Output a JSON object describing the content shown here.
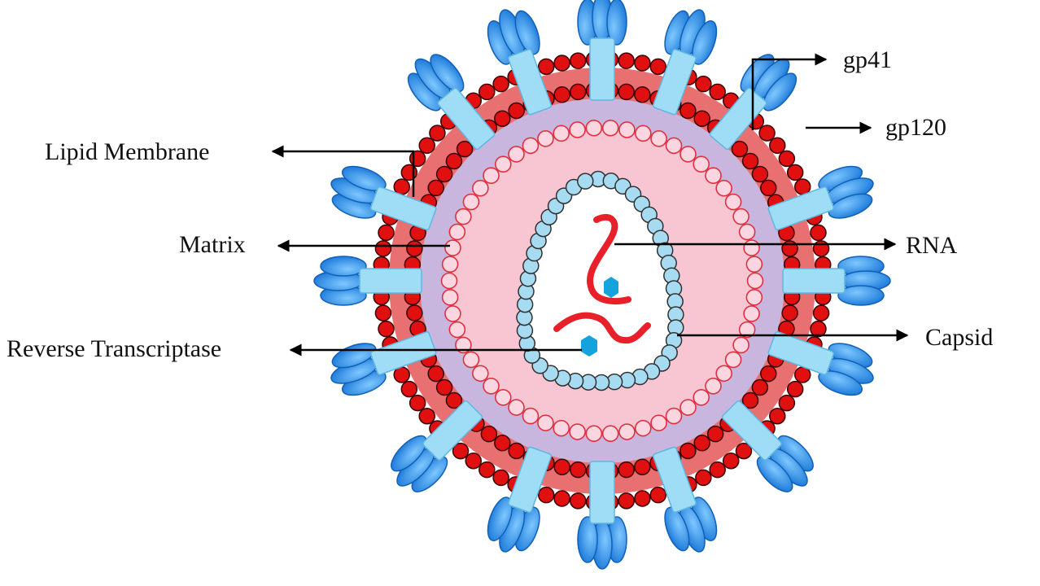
{
  "labels": {
    "gp41": "gp41",
    "gp120": "gp120",
    "lipid_membrane": "Lipid Membrane",
    "matrix": "Matrix",
    "rna": "RNA",
    "reverse_transcriptase": "Reverse Transcriptase",
    "capsid": "Capsid"
  },
  "colors": {
    "outer_bead": "#e01010",
    "bead_stroke": "#3a0000",
    "membrane_band": "#e87070",
    "matrix_band": "#c9b6df",
    "inner_pink": "#f7c6d2",
    "inner_bead_stroke": "#e03040",
    "capsid_bead": "#a7dbf2",
    "capsid_stroke": "#303030",
    "rna": "#e8202a",
    "enzyme": "#14a3dc",
    "stalk": "#9fdcf5",
    "knob": "#2a8fe0"
  }
}
